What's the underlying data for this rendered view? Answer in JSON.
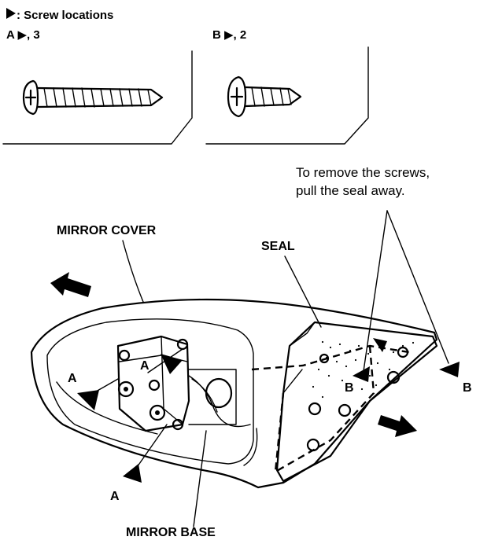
{
  "legend": {
    "title": ": Screw locations",
    "screw_a": "A ▶, 3",
    "screw_b": "B ▶, 2"
  },
  "callouts": {
    "instruction_line1": "To remove the screws,",
    "instruction_line2": "pull the seal away.",
    "mirror_cover": "MIRROR COVER",
    "seal": "SEAL",
    "mirror_base": "MIRROR BASE",
    "a_left": "A",
    "a_upper": "A",
    "a_lower": "A",
    "b_inner": "B",
    "b_outer": "B"
  }
}
